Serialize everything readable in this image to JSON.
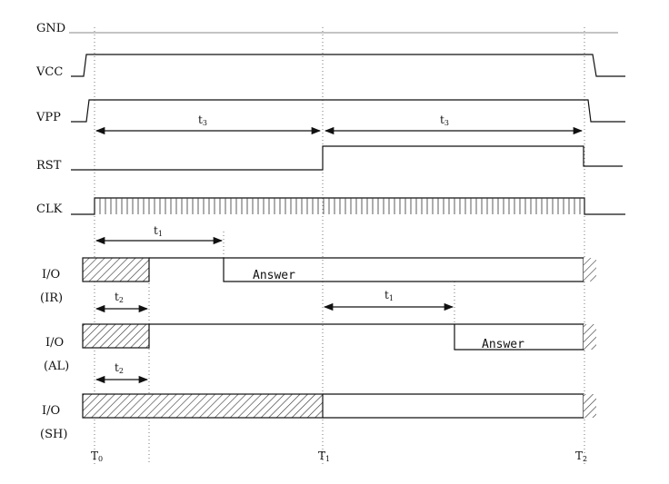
{
  "signals": {
    "gnd": "GND",
    "vcc": "VCC",
    "vpp": "VPP",
    "rst": "RST",
    "clk": "CLK",
    "io_ir": "I/O",
    "io_ir_mode": "(IR)",
    "io_al": "I/O",
    "io_al_mode": "(AL)",
    "io_sh": "I/O",
    "io_sh_mode": "(SH)"
  },
  "answers": {
    "ir": "Answer",
    "al": "Answer"
  },
  "durations": {
    "t3_first": {
      "base": "t",
      "sub": "3"
    },
    "t3_second": {
      "base": "t",
      "sub": "3"
    },
    "t1_ir": {
      "base": "t",
      "sub": "1"
    },
    "t2_ir": {
      "base": "t",
      "sub": "2"
    },
    "t1_al": {
      "base": "t",
      "sub": "1"
    },
    "t2_al": {
      "base": "t",
      "sub": "2"
    }
  },
  "time_markers": {
    "t0": {
      "base": "T",
      "sub": "0"
    },
    "t1": {
      "base": "T",
      "sub": "1"
    },
    "t2": {
      "base": "T",
      "sub": "2"
    }
  },
  "colors": {
    "line": "#111111",
    "guide": "#555555",
    "gnd_line": "#888888",
    "hatch": "#333333"
  }
}
